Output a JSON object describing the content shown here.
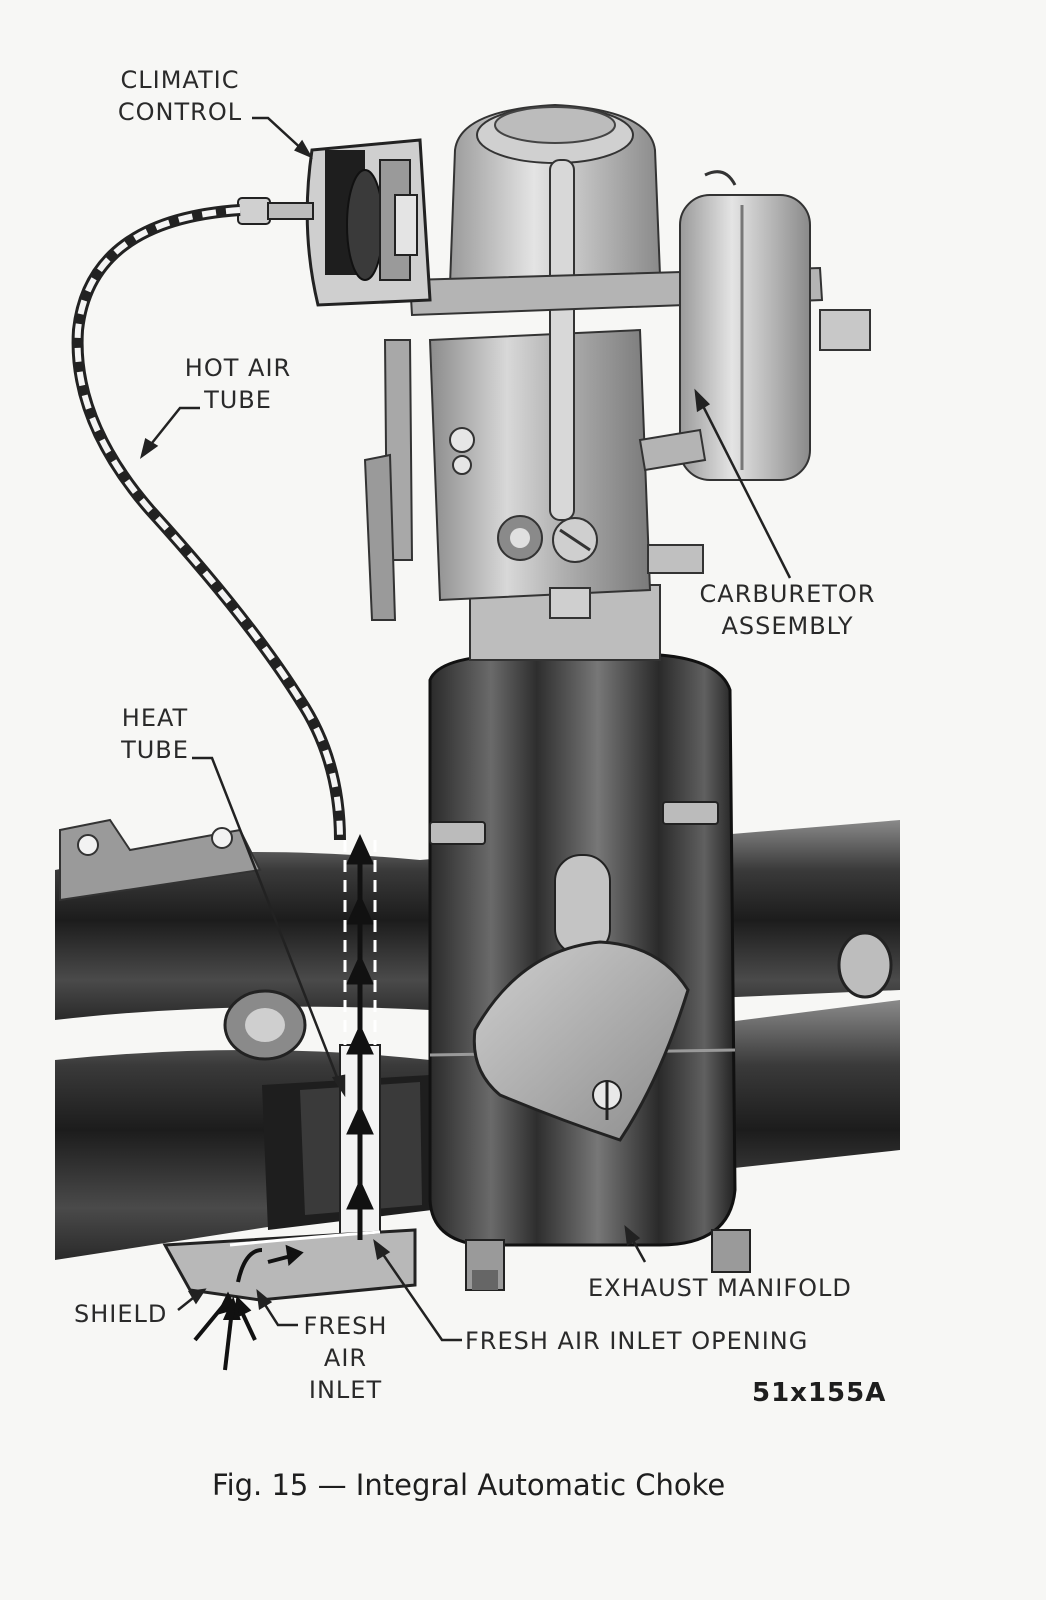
{
  "labels": {
    "climatic_control": [
      "CLIMATIC",
      "CONTROL"
    ],
    "hot_air_tube": [
      "HOT  AIR",
      "TUBE"
    ],
    "carburetor_assembly": [
      "CARBURETOR",
      "ASSEMBLY"
    ],
    "heat_tube": [
      "HEAT",
      "TUBE"
    ],
    "shield": "SHIELD",
    "fresh_air_inlet": [
      "FRESH",
      "AIR",
      "INLET"
    ],
    "fresh_air_inlet_opening": "FRESH  AIR  INLET  OPENING",
    "exhaust_manifold": "EXHAUST  MANIFOLD"
  },
  "figure_code": "51x155A",
  "caption": "Fig. 15 — Integral Automatic Choke"
}
